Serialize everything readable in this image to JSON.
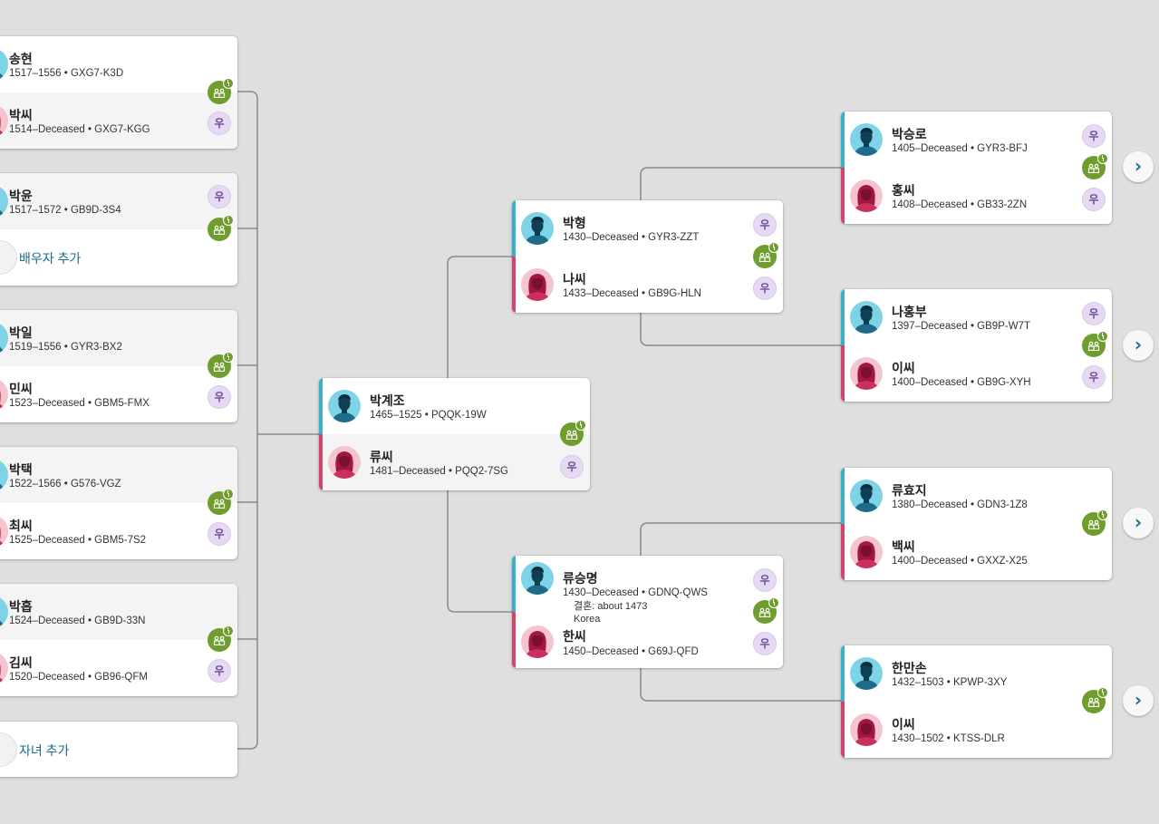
{
  "colors": {
    "background": "#dedfde",
    "male": "#3ab0c8",
    "female": "#d2446c",
    "link": "#1a6e88",
    "green_button": "#6f9e2e",
    "purple_button": "#e5daf2"
  },
  "icons": {
    "purple_button": "우",
    "expand": "›"
  },
  "left_column": {
    "family1": {
      "husband": {
        "name": "송현",
        "info": "1517–1556 • GXG7-K3D"
      },
      "wife": {
        "name": "박씨",
        "info": "1514–Deceased • GXG7-KGG"
      }
    },
    "family2": {
      "husband": {
        "name": "박윤",
        "info": "1517–1572 • GB9D-3S4"
      },
      "add_spouse_label": "배우자 추가"
    },
    "family3": {
      "husband": {
        "name": "박일",
        "info": "1519–1556 • GYR3-BX2"
      },
      "wife": {
        "name": "민씨",
        "info": "1523–Deceased • GBM5-FMX"
      }
    },
    "family4": {
      "husband": {
        "name": "박택",
        "info": "1522–1566 • G576-VGZ"
      },
      "wife": {
        "name": "최씨",
        "info": "1525–Deceased • GBM5-7S2"
      }
    },
    "family5": {
      "husband": {
        "name": "박흡",
        "info": "1524–Deceased • GB9D-33N"
      },
      "wife": {
        "name": "김씨",
        "info": "1520–Deceased • GB96-QFM"
      }
    },
    "add_child_label": "자녀 추가"
  },
  "focus": {
    "husband": {
      "name": "박계조",
      "info": "1465–1525 • PQQK-19W"
    },
    "wife": {
      "name": "류씨",
      "info": "1481–Deceased • PQQ2-7SG"
    }
  },
  "parents_father_side": {
    "husband": {
      "name": "박형",
      "info": "1430–Deceased • GYR3-ZZT"
    },
    "wife": {
      "name": "나씨",
      "info": "1433–Deceased • GB9G-HLN"
    }
  },
  "parents_mother_side": {
    "husband": {
      "name": "류승명",
      "info": "1430–Deceased • GDNQ-QWS"
    },
    "marriage": "결혼: about 1473",
    "marriage_place": "Korea",
    "wife": {
      "name": "한씨",
      "info": "1450–Deceased • G69J-QFD"
    }
  },
  "grandparents": {
    "g1": {
      "husband": {
        "name": "박승로",
        "info": "1405–Deceased • GYR3-BFJ"
      },
      "wife": {
        "name": "홍씨",
        "info": "1408–Deceased • GB33-2ZN"
      }
    },
    "g2": {
      "husband": {
        "name": "나홍부",
        "info": "1397–Deceased • GB9P-W7T"
      },
      "wife": {
        "name": "이씨",
        "info": "1400–Deceased • GB9G-XYH"
      }
    },
    "g3": {
      "husband": {
        "name": "류효지",
        "info": "1380–Deceased • GDN3-1Z8"
      },
      "wife": {
        "name": "백씨",
        "info": "1400–Deceased • GXXZ-X25"
      }
    },
    "g4": {
      "husband": {
        "name": "한만손",
        "info": "1432–1503 • KPWP-3XY"
      },
      "wife": {
        "name": "이씨",
        "info": "1430–1502 • KTSS-DLR"
      }
    }
  }
}
